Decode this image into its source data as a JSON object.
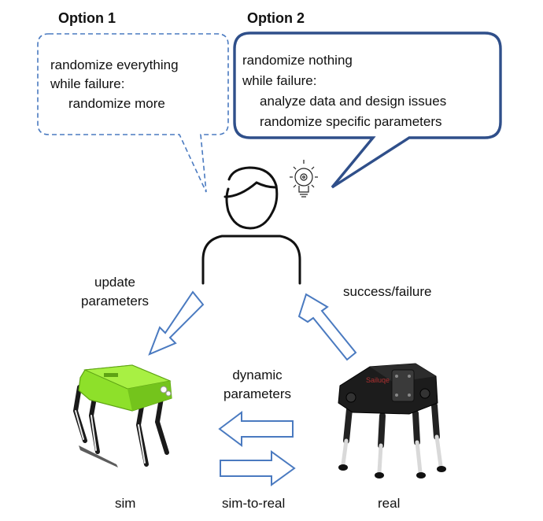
{
  "option1": {
    "title": "Option 1",
    "lines": [
      "randomize everything",
      "while failure:",
      "randomize more"
    ]
  },
  "option2": {
    "title": "Option 2",
    "lines": [
      "randomize nothing",
      "while failure:",
      "analyze data and design issues",
      "randomize specific parameters"
    ]
  },
  "labels": {
    "update_params_1": "update",
    "update_params_2": "parameters",
    "success_failure": "success/failure",
    "dynamic_params_1": "dynamic",
    "dynamic_params_2": "parameters",
    "sim": "sim",
    "sim_to_real": "sim-to-real",
    "real": "real",
    "robot_brand": "Sailuqe"
  },
  "colors": {
    "bubble_border": "#2f4f8a",
    "arrow_outline": "#4a7ac0",
    "sim_robot": "#8ee02a",
    "real_robot": "#1c1c1c"
  },
  "icons": [
    "person-icon",
    "lightbulb-gear-icon",
    "sim-robot-icon",
    "real-robot-icon"
  ]
}
